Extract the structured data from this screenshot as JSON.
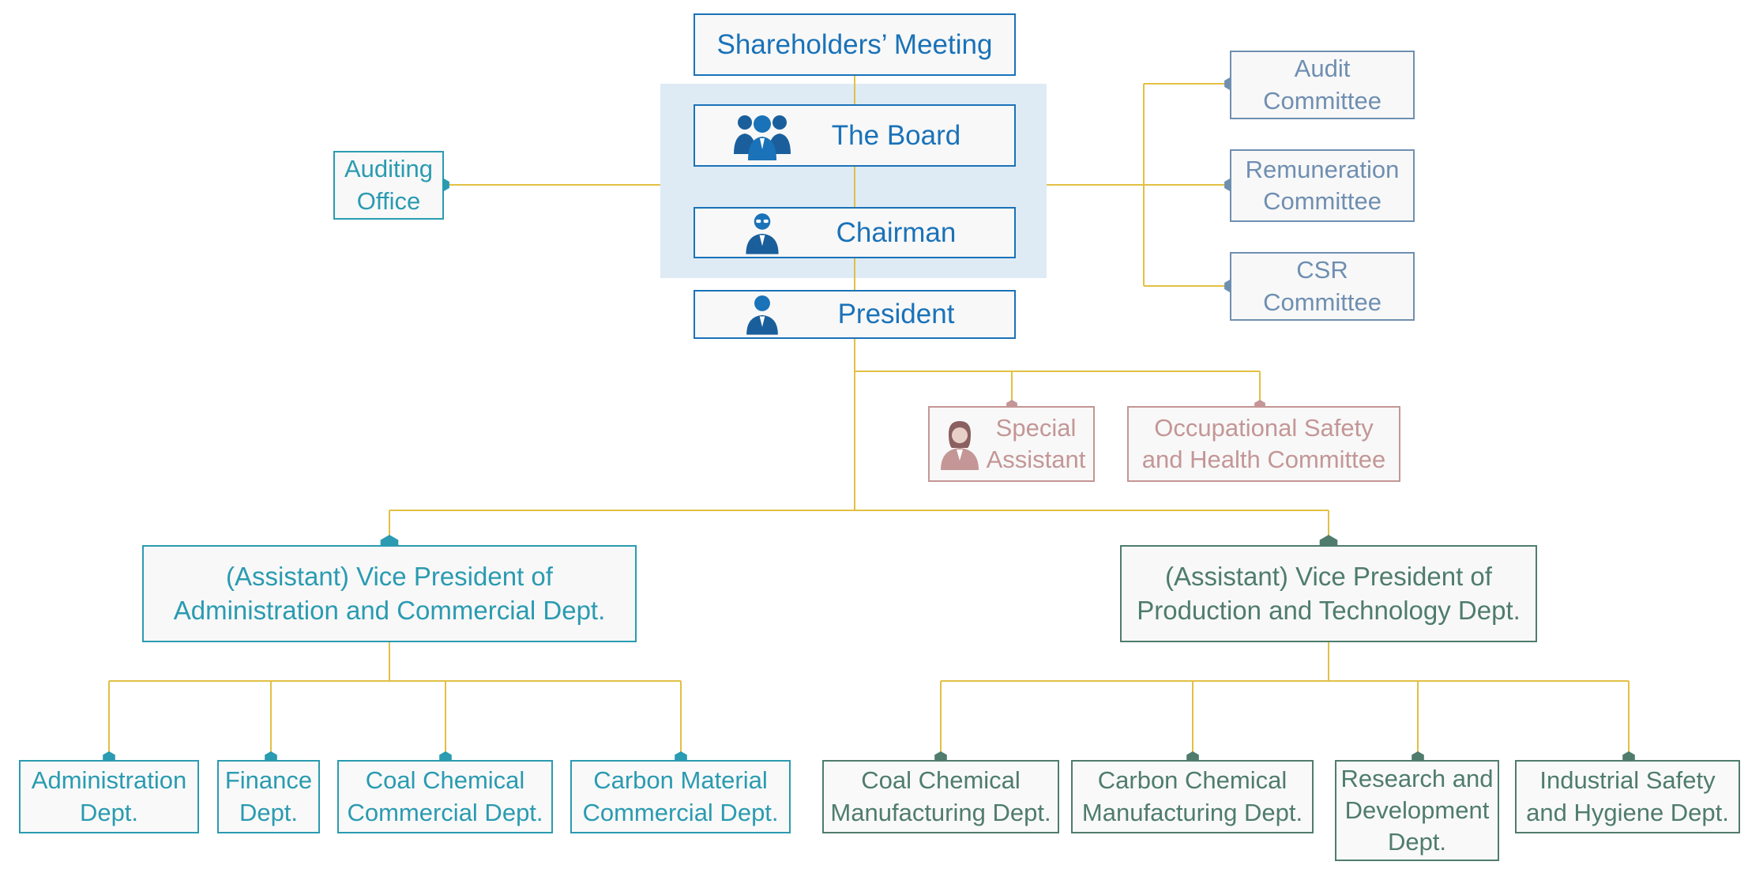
{
  "colors": {
    "connector": "#e2c044",
    "board_panel": "#deebf5",
    "top_blue": "#1a72b8",
    "teal": "#2a9bb1",
    "slate": "#6f8fb1",
    "pink": "#c49696",
    "green": "#4f7c6c"
  },
  "nodes": {
    "shareholders": "Shareholders’ Meeting",
    "board": "The Board",
    "chairman": "Chairman",
    "president": "President",
    "auditing_office": "Auditing\nOffice",
    "audit_committee": "Audit\nCommittee",
    "remuneration_committee": "Remuneration\nCommittee",
    "csr_committee": "CSR\nCommittee",
    "special_assistant": "Special\nAssistant",
    "osh_committee": "Occupational Safety\nand Health Committee",
    "vp_admin": "(Assistant) Vice President of\nAdministration and Commercial Dept.",
    "vp_production": "(Assistant) Vice President of\nProduction and Technology Dept.",
    "admin_depts": [
      "Administration\nDept.",
      "Finance\nDept.",
      "Coal Chemical\nCommercial Dept.",
      "Carbon Material\nCommercial Dept."
    ],
    "production_depts": [
      "Coal Chemical\nManufacturing Dept.",
      "Carbon Chemical\nManufacturing Dept.",
      "Research and\nDevelopment\nDept.",
      "Industrial Safety\nand Hygiene Dept."
    ]
  },
  "icons": {
    "board": "group-people-icon",
    "chairman": "businessman-glasses-icon",
    "president": "businessman-icon",
    "special_assistant": "businesswoman-icon",
    "connector_marker": "hexagon-dot-icon"
  }
}
